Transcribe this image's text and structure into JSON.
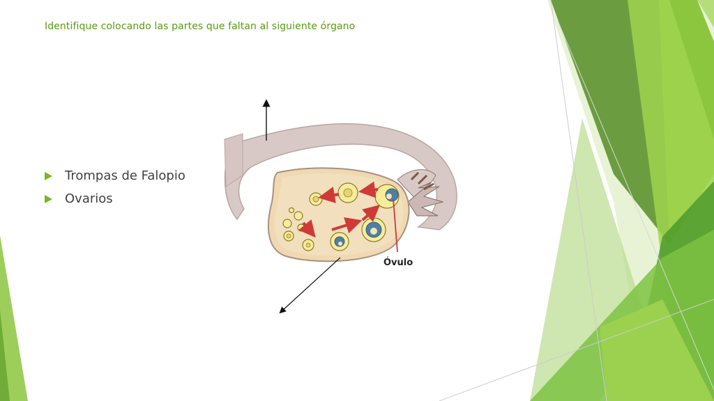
{
  "slide": {
    "title": "Identifique colocando las partes que faltan al siguiente órgano",
    "bullets": [
      {
        "label": "Trompas de Falopio"
      },
      {
        "label": "Ovarios"
      }
    ]
  },
  "diagram": {
    "labels": {
      "ovulo": "Óvulo"
    }
  },
  "colors": {
    "accent": "#77b820",
    "title_text": "#5a9a14",
    "body_text": "#404040",
    "tube": "#d9c9c6",
    "ovary": "#f0d9b2",
    "arrow_red": "#cf3a36"
  },
  "icons": [
    "bullet-triangle-icon",
    "arrow-up-icon",
    "arrow-down-left-icon"
  ]
}
